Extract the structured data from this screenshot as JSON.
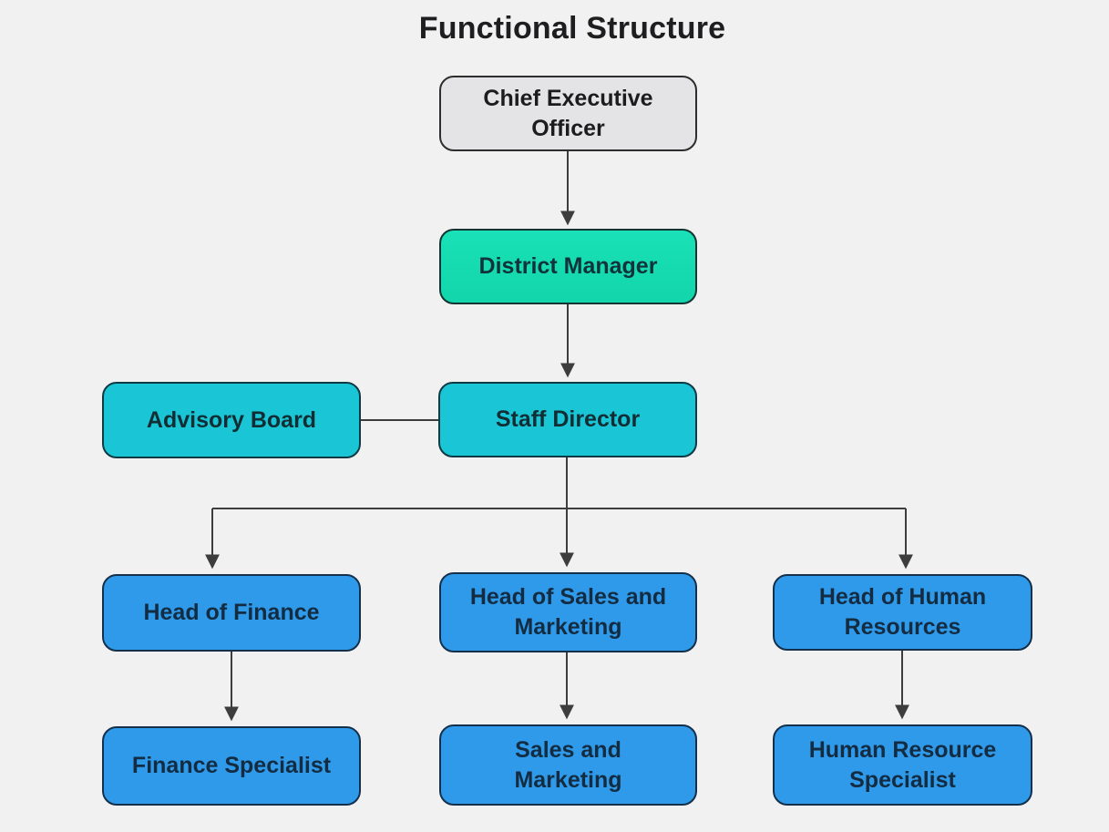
{
  "title": "Functional Structure",
  "colors": {
    "background": "#f2f1f2",
    "connector": "#3d3d3d",
    "ceo_fill": "#e4e4e6",
    "mint_fill": "#16dcb1",
    "cyan_fill": "#1ac6d6",
    "blue_fill": "#2f9ae9",
    "label_text": "#142c42"
  },
  "nodes": {
    "ceo": {
      "label": "Chief Executive\nOfficer"
    },
    "district_manager": {
      "label": "District Manager"
    },
    "advisory_board": {
      "label": "Advisory Board"
    },
    "staff_director": {
      "label": "Staff Director"
    },
    "head_finance": {
      "label": "Head of Finance"
    },
    "head_sales": {
      "label": "Head of Sales and\nMarketing"
    },
    "head_hr": {
      "label": "Head of Human\nResources"
    },
    "finance_specialist": {
      "label": "Finance Specialist"
    },
    "sales_marketing": {
      "label": "Sales and\nMarketing"
    },
    "hr_specialist": {
      "label": "Human Resource\nSpecialist"
    }
  },
  "edges": [
    {
      "from": "Chief Executive Officer",
      "to": "District Manager",
      "arrow": true
    },
    {
      "from": "District Manager",
      "to": "Staff Director",
      "arrow": true
    },
    {
      "from": "Advisory Board",
      "to": "Staff Director",
      "arrow": false
    },
    {
      "from": "Staff Director",
      "to": "Head of Finance",
      "arrow": true
    },
    {
      "from": "Staff Director",
      "to": "Head of Sales and Marketing",
      "arrow": true
    },
    {
      "from": "Staff Director",
      "to": "Head of Human Resources",
      "arrow": true
    },
    {
      "from": "Head of Finance",
      "to": "Finance Specialist",
      "arrow": true
    },
    {
      "from": "Head of Sales and Marketing",
      "to": "Sales and Marketing",
      "arrow": true
    },
    {
      "from": "Head of Human Resources",
      "to": "Human Resource Specialist",
      "arrow": true
    }
  ]
}
